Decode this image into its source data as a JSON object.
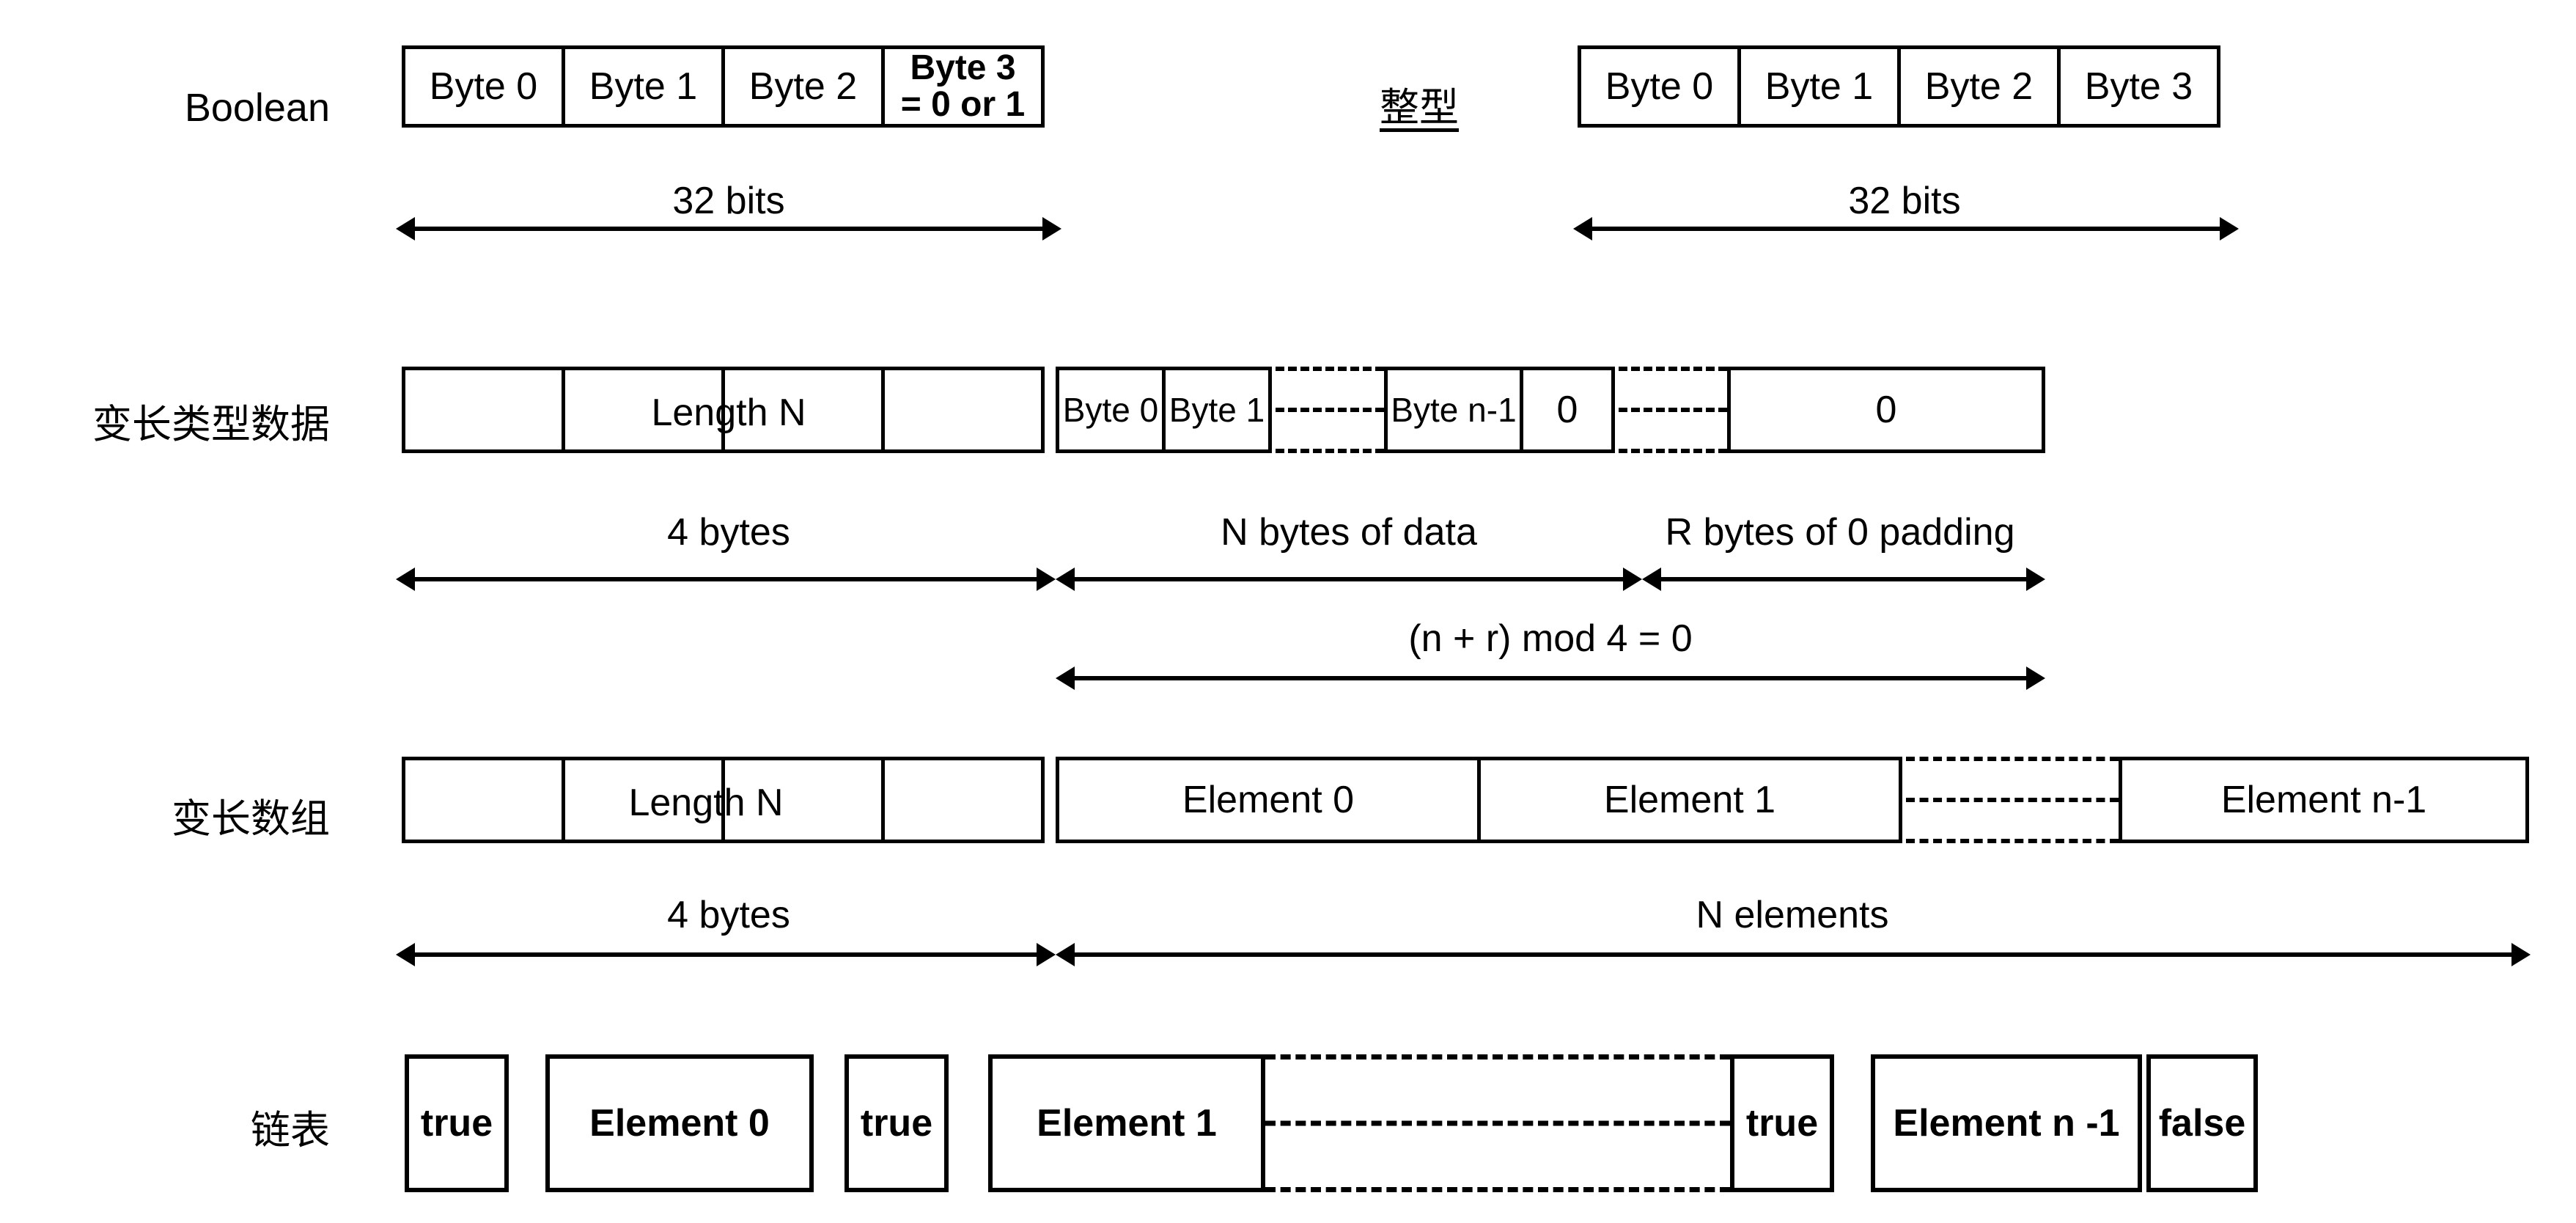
{
  "diagram": {
    "title_present": false,
    "rows": [
      {
        "id": "boolean",
        "label": "Boolean",
        "underline": false,
        "cells": [
          "Byte 0",
          "Byte 1",
          "Byte 2"
        ],
        "last_cell_line1": "Byte 3",
        "last_cell_line2": "= 0 or 1",
        "arrow_label": "32 bits"
      },
      {
        "id": "integer",
        "label": "整型",
        "underline": true,
        "cells": [
          "Byte 0",
          "Byte 1",
          "Byte 2",
          "Byte 3"
        ],
        "arrow_label": "32 bits"
      },
      {
        "id": "varlen-data",
        "label": "变长类型数据",
        "length_span_label": "Length N",
        "length_cells": [
          "",
          "",
          "",
          ""
        ],
        "data_cells": [
          "Byte 0",
          "Byte 1"
        ],
        "tail_cells": [
          "Byte n-1",
          "0"
        ],
        "pad_cells": [
          "0"
        ],
        "arrow_labels": {
          "length": "4 bytes",
          "data": "N bytes of data",
          "padding": "R bytes of 0 padding",
          "total": "(n + r) mod 4 = 0"
        }
      },
      {
        "id": "varlen-array",
        "label": "变长数组",
        "length_span_label": "Length N",
        "length_cells": [
          "",
          "",
          "",
          ""
        ],
        "element_cells": [
          "Element 0",
          "Element 1"
        ],
        "tail_cells": [
          "Element n-1"
        ],
        "arrow_labels": {
          "length": "4 bytes",
          "elements": "N elements"
        }
      },
      {
        "id": "linked-list",
        "label": "链表",
        "nodes": [
          {
            "flag": "true",
            "element": "Element 0"
          },
          {
            "flag": "true",
            "element": "Element 1"
          }
        ],
        "tail": {
          "flag": "true",
          "element": "Element n -1",
          "end_flag": "false"
        }
      }
    ]
  },
  "colors": {
    "stroke": "#000000",
    "background": "#ffffff",
    "text": "#000000"
  }
}
